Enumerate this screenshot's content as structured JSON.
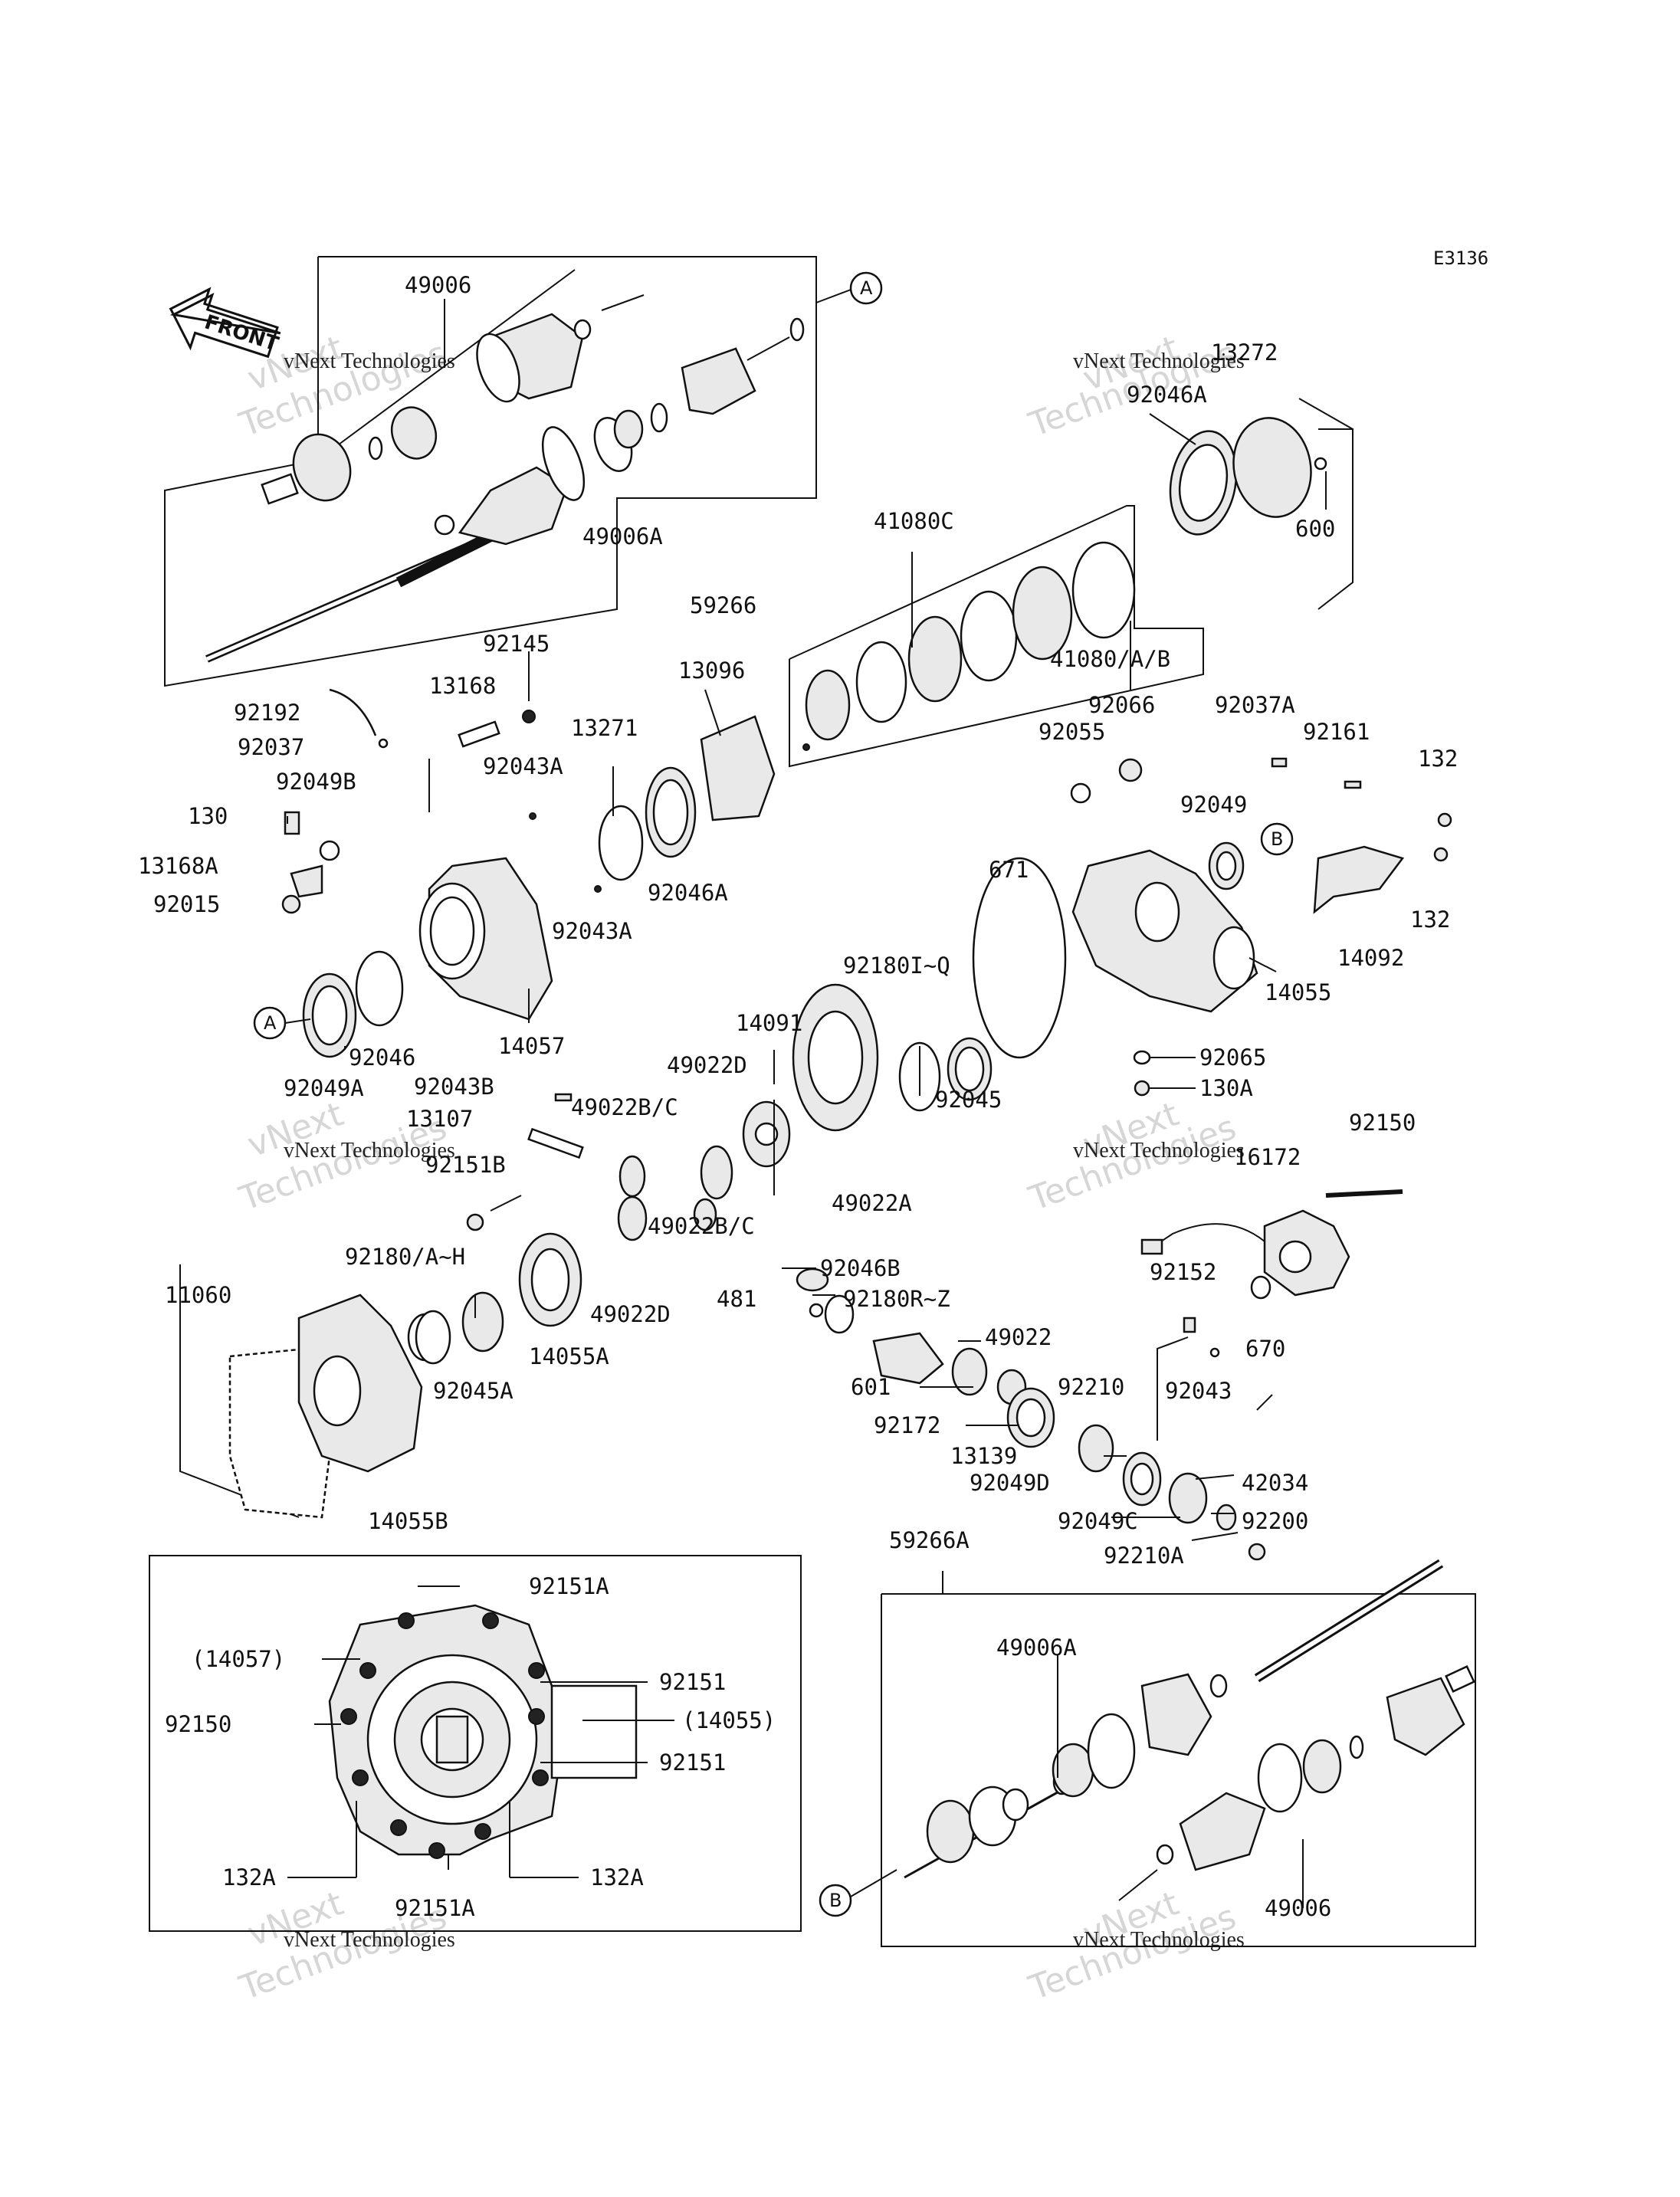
{
  "diagram_code": "E3136",
  "front_label": "FRONT",
  "watermark": {
    "line1": "vNext Technologies",
    "line2": "vNext\nTechnologies"
  },
  "ref_markers": {
    "a": "A",
    "b": "B"
  },
  "labels": {
    "p49006_top": "49006",
    "p49006a_top": "49006A",
    "p59266": "59266",
    "p13272": "13272",
    "p92046a_top": "92046A",
    "p600": "600",
    "p41080c": "41080C",
    "p41080ab": "41080/A/B",
    "p92145": "92145",
    "p13168": "13168",
    "p92192": "92192",
    "p92037": "92037",
    "p92043a_1": "92043A",
    "p13271": "13271",
    "p13096": "13096",
    "p92049b": "92049B",
    "p130": "130",
    "p13168a": "13168A",
    "p92015": "92015",
    "p92046a_mid": "92046A",
    "p92043a_2": "92043A",
    "p92046": "92046",
    "p14057": "14057",
    "p92049a": "92049A",
    "p92066": "92066",
    "p92037a": "92037A",
    "p92055": "92055",
    "p92161": "92161",
    "p132_1": "132",
    "p92049": "92049",
    "p671": "671",
    "p132_2": "132",
    "p14092": "14092",
    "p14055": "14055",
    "p92180iq": "92180I~Q",
    "p14091": "14091",
    "p49022d_1": "49022D",
    "p92045": "92045",
    "p92065": "92065",
    "p130a": "130A",
    "p92043b": "92043B",
    "p49022bc_1": "49022B/C",
    "p13107": "13107",
    "p92151b": "92151B",
    "p49022a": "49022A",
    "p92150_r": "92150",
    "p16172": "16172",
    "p92180ah": "92180/A~H",
    "p49022bc_2": "49022B/C",
    "p92046b": "92046B",
    "p11060": "11060",
    "p49022d_2": "49022D",
    "p481": "481",
    "p92180rz": "92180R~Z",
    "p92152": "92152",
    "p14055a": "14055A",
    "p92045a": "92045A",
    "p49022": "49022",
    "p670": "670",
    "p601": "601",
    "p92210": "92210",
    "p92043": "92043",
    "p92172": "92172",
    "p13139": "13139",
    "p14055b": "14055B",
    "p92049d": "92049D",
    "p42034": "42034",
    "p92049c": "92049C",
    "p92200": "92200",
    "p59266a": "59266A",
    "p92210a": "92210A",
    "p92151a_top": "92151A",
    "p14057_paren": "(14057)",
    "p92151_1": "92151",
    "p92150_box": "92150",
    "p14055_paren": "(14055)",
    "p92151_2": "92151",
    "p132a_l": "132A",
    "p132a_r": "132A",
    "p92151a_bot": "92151A",
    "p49006a_bot": "49006A",
    "p49006_bot": "49006"
  }
}
